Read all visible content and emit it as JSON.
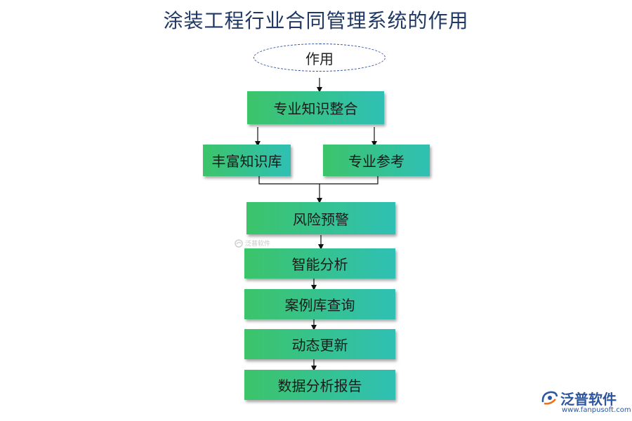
{
  "title": "涂装工程行业合同管理系统的作用",
  "root": {
    "label": "作用"
  },
  "nodes": {
    "integration": "专业知识整合",
    "rich_kb": "丰富知识库",
    "reference": "专业参考",
    "risk_warning": "风险预警",
    "smart_analysis": "智能分析",
    "case_library": "案例库查询",
    "dynamic_update": "动态更新",
    "data_report": "数据分析报告"
  },
  "watermark": {
    "text": "泛普软件"
  },
  "brand": {
    "name": "泛普软件",
    "url": "www.fanpusoft.com"
  },
  "colors": {
    "title": "#1f3864",
    "box_start": "#3cc46a",
    "box_end": "#2fc0b4",
    "oval_border": "#2f4f9f",
    "brand": "#2c56a0"
  }
}
